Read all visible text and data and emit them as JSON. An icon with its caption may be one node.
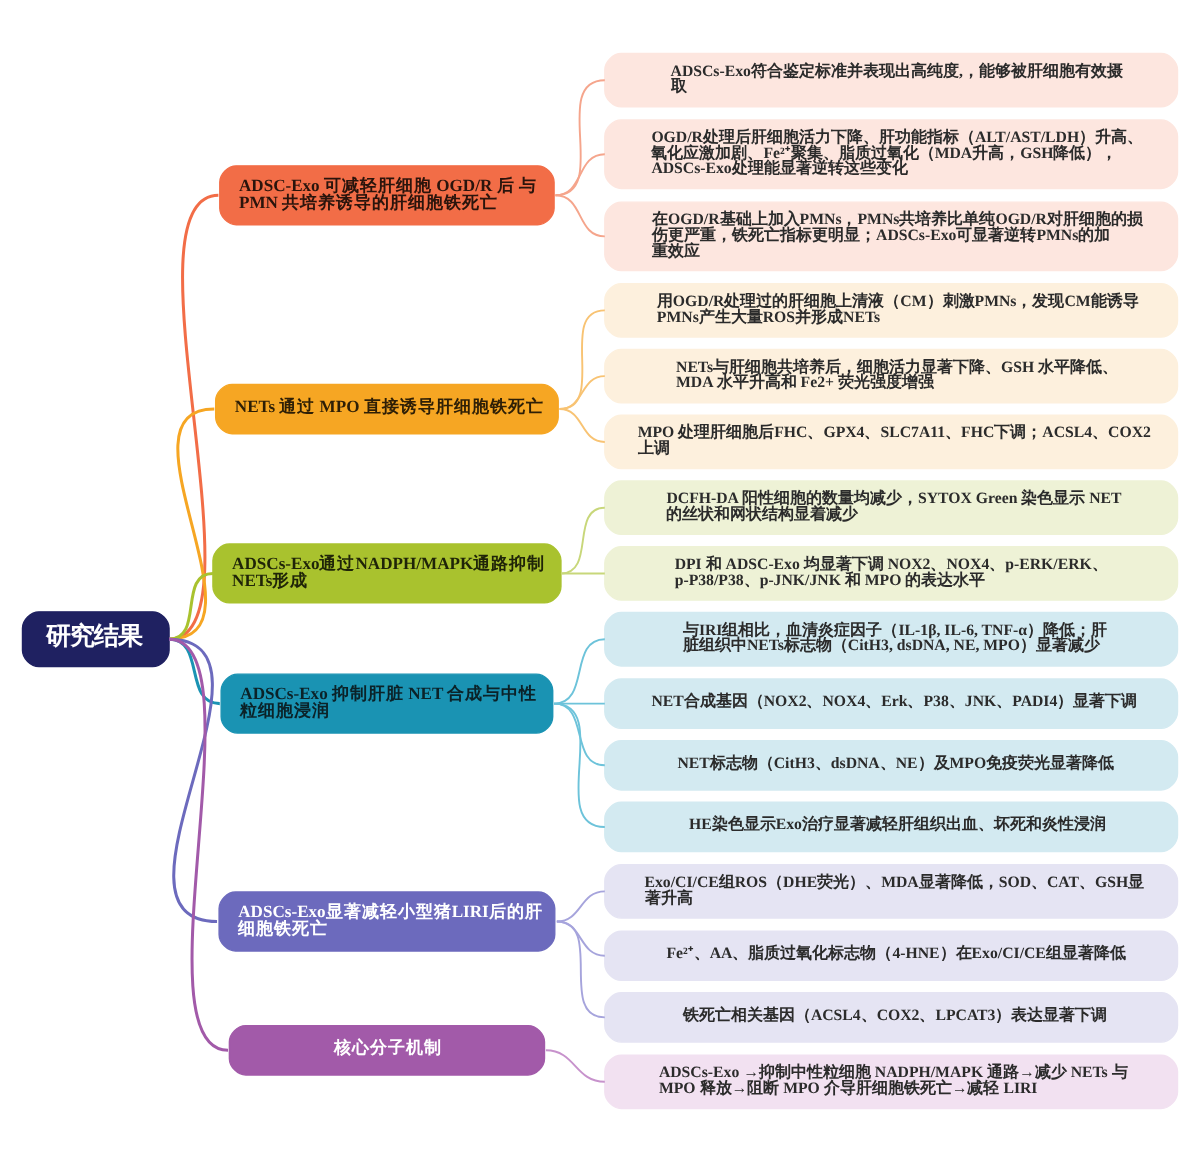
{
  "diagram": {
    "nodes": [
      {
        "text": [
          "研究结果"
        ]
      },
      {
        "text": [
          "ADSC-Exo 可减轻肝细胞 OGD/R 后 与 PMN 共培养诱导的肝细胞铁死亡"
        ]
      },
      {
        "text": [
          "ADSCs-Exo符合鉴定标准并表现出高纯度,，能够被肝细胞有效摄取"
        ]
      },
      {
        "text": [
          "OGD/R处理后肝细胞活力下降、肝功能指标（ALT/AST/LDH）升高、氧化应激加剧、Fe²⁺聚集、脂质过氧化（MDA升高，GSH降低），ADSCs-Exo处理能显著逆转这些变化"
        ]
      },
      {
        "text": [
          "在OGD/R基础上加入PMNs，PMNs共培养比单纯OGD/R对肝细胞的损伤更严重，铁死亡指标更明显；ADSCs-Exo可显著逆转PMNs的加重效应"
        ]
      },
      {
        "text": [
          "NETs 通过 MPO 直接诱导肝细胞铁死亡"
        ]
      },
      {
        "text": [
          "用OGD/R处理过的肝细胞上清液（CM）刺激PMNs，发现CM能诱导PMNs产生大量ROS并形成NETs"
        ]
      },
      {
        "text": [
          "NETs与肝细胞共培养后，细胞活力显著下降、GSH 水平降低、MDA 水平升高和 Fe2+ 荧光强度增强"
        ]
      },
      {
        "text": [
          "MPO 处理肝细胞后FHC、GPX4、SLC7A11、FHC下调；ACSL4、COX2上调"
        ]
      },
      {
        "text": [
          "ADSCs-Exo通过NADPH/MAPK通路抑制NETs形成"
        ]
      },
      {
        "text": [
          "DCFH-DA 阳性细胞的数量均减少，SYTOX Green 染色显示 NET 的丝状和网状结构显着减少"
        ]
      },
      {
        "text": [
          "DPI 和 ADSC-Exo 均显著下调 NOX2、NOX4、p-ERK/ERK、p-P38/P38、p-JNK/JNK 和 MPO 的表达水平"
        ]
      },
      {
        "text": [
          "ADSCs-Exo 抑制肝脏 NET 合成与中性粒细胞浸润"
        ]
      },
      {
        "text": [
          "与IRI组相比，血清炎症因子（IL-1β, IL-6, TNF-α）降低；肝脏组织中NETs标志物（CitH3, dsDNA, NE, MPO）显著减少"
        ]
      },
      {
        "text": [
          "NET合成基因（NOX2、NOX4、Erk、P38、JNK、PADI4）显著下调"
        ]
      },
      {
        "text": [
          "NET标志物（CitH3、dsDNA、NE）及MPO免疫荧光显著降低"
        ]
      },
      {
        "text": [
          "HE染色显示Exo治疗显著减轻肝组织出血、坏死和炎性浸润"
        ]
      },
      {
        "text": [
          "ADSCs-Exo显著减轻小型猪LIRI后的肝细胞铁死亡"
        ]
      },
      {
        "text": [
          "Exo/CI/CE组ROS（DHE荧光）、MDA显著降低，SOD、CAT、GSH显著升高"
        ]
      },
      {
        "text": [
          "Fe²⁺、AA、脂质过氧化标志物（4-HNE）在Exo/CI/CE组显著降低"
        ]
      },
      {
        "text": [
          "铁死亡相关基因（ACSL4、COX2、LPCAT3）表达显著下调"
        ]
      },
      {
        "text": [
          "核心分子机制"
        ]
      },
      {
        "text": [
          "ADSCs-Exo →抑制中性粒细胞 NADPH/MAPK 通路→减少 NETs 与 MPO 释放→阻断 MPO 介导肝细胞铁死亡→减轻 LIRI"
        ]
      }
    ],
    "edges": [
      {
        "from": 0,
        "to": 1,
        "arrow": "none",
        "color": "#f26d47"
      },
      {
        "from": 1,
        "to": 2,
        "arrow": "none",
        "color": "#f5a58c"
      },
      {
        "from": 1,
        "to": 3,
        "arrow": "none",
        "color": "#f5a58c"
      },
      {
        "from": 1,
        "to": 4,
        "arrow": "none",
        "color": "#f5a58c"
      },
      {
        "from": 0,
        "to": 5,
        "arrow": "none",
        "color": "#f6a623"
      },
      {
        "from": 5,
        "to": 6,
        "arrow": "none",
        "color": "#f8c373"
      },
      {
        "from": 5,
        "to": 7,
        "arrow": "none",
        "color": "#f8c373"
      },
      {
        "from": 5,
        "to": 8,
        "arrow": "none",
        "color": "#f8c373"
      },
      {
        "from": 0,
        "to": 9,
        "arrow": "none",
        "color": "#a9c22e"
      },
      {
        "from": 9,
        "to": 10,
        "arrow": "none",
        "color": "#c8d77a"
      },
      {
        "from": 9,
        "to": 11,
        "arrow": "none",
        "color": "#c8d77a"
      },
      {
        "from": 0,
        "to": 12,
        "arrow": "none",
        "color": "#1a93b3"
      },
      {
        "from": 12,
        "to": 13,
        "arrow": "none",
        "color": "#6dc3da"
      },
      {
        "from": 12,
        "to": 14,
        "arrow": "none",
        "color": "#6dc3da"
      },
      {
        "from": 12,
        "to": 15,
        "arrow": "none",
        "color": "#6dc3da"
      },
      {
        "from": 12,
        "to": 16,
        "arrow": "none",
        "color": "#6dc3da"
      },
      {
        "from": 0,
        "to": 17,
        "arrow": "none",
        "color": "#6c6abd"
      },
      {
        "from": 17,
        "to": 18,
        "arrow": "none",
        "color": "#a6a4dc"
      },
      {
        "from": 17,
        "to": 19,
        "arrow": "none",
        "color": "#a6a4dc"
      },
      {
        "from": 17,
        "to": 20,
        "arrow": "none",
        "color": "#a6a4dc"
      },
      {
        "from": 0,
        "to": 21,
        "arrow": "none",
        "color": "#a25aa9"
      },
      {
        "from": 21,
        "to": 22,
        "arrow": "none",
        "color": "#c792cc"
      }
    ]
  }
}
